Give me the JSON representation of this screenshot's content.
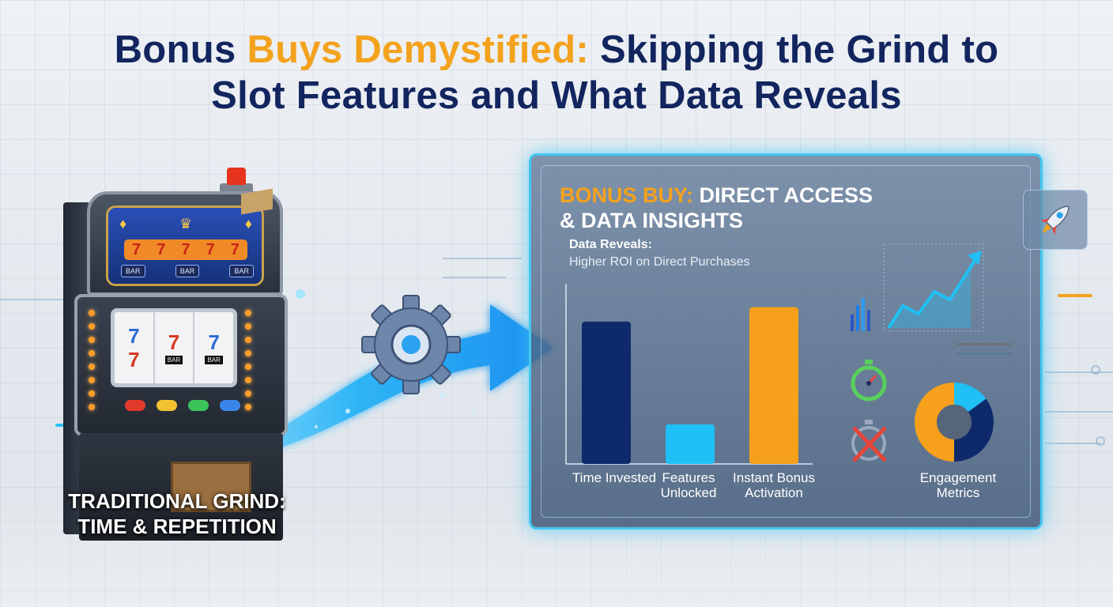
{
  "title": {
    "part1": "Bonus",
    "accent": "Buys Demystified:",
    "part2": "Skipping the Grind to",
    "line2": "Slot Features and What Data Reveals"
  },
  "machine": {
    "label_line1": "TRADITIONAL GRIND:",
    "label_line2": "TIME & REPETITION",
    "sevens": [
      "7",
      "7",
      "7",
      "7",
      "7"
    ],
    "reels": [
      "7",
      "7",
      "7"
    ],
    "bar_tags": [
      "BAR",
      "BAR"
    ],
    "top_tags": [
      "BAR",
      "BAR",
      "BAR"
    ]
  },
  "panel": {
    "title_accent": "BONUS BUY:",
    "title_rest": "DIRECT ACCESS",
    "title_line2": "& DATA INSIGHTS",
    "subtitle_bold": "Data Reveals:",
    "subtitle": "Higher ROI on Direct Purchases",
    "engagement_label": "Engagement Metrics"
  },
  "colors": {
    "navy": "#12255e",
    "orange": "#f4a21d",
    "cyan": "#1fc0f5",
    "bar_navy": "#0f2a6b"
  },
  "icons": [
    "gear-icon",
    "rocket-icon",
    "stopwatch-check-icon",
    "stopwatch-cross-icon",
    "trend-arrow-icon"
  ],
  "chart_data": {
    "type": "bar",
    "categories": [
      "Time Invested",
      "Features Unlocked",
      "Instant Bonus Activation"
    ],
    "values": [
      79,
      22,
      87
    ],
    "colors": [
      "#0f2a6b",
      "#1fc0f5",
      "#f7a01b"
    ],
    "ylim": [
      0,
      100
    ],
    "grid": false
  },
  "donut": {
    "segments": [
      {
        "value": 35,
        "color": "#0f2a6b"
      },
      {
        "value": 15,
        "color": "#1fc0f5"
      },
      {
        "value": 50,
        "color": "#f7a01b"
      }
    ]
  },
  "mini_bars": [
    35,
    55,
    70,
    45
  ]
}
